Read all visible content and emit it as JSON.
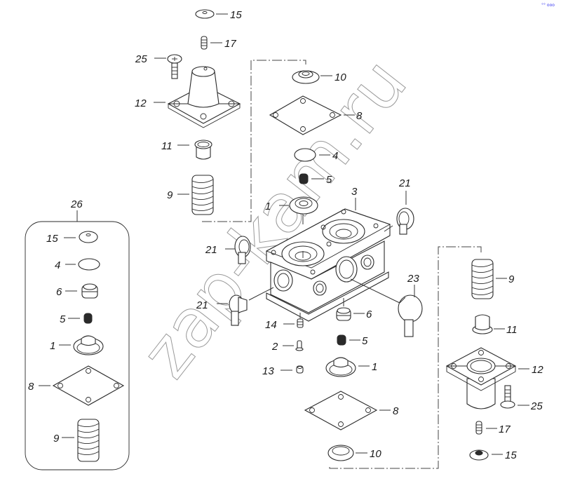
{
  "diagram": {
    "title": "Valve assembly exploded parts view",
    "watermark": "zap-kam.ru",
    "corner_mark": "°° ooo",
    "kit_group_label": "26",
    "callouts": {
      "top_seal_cap": "15",
      "top_set_screw": "17",
      "top_cover_screw": "25",
      "top_cover": "12",
      "top_guide": "11",
      "top_spring": "9",
      "upper_valve_seat": "10",
      "upper_gasket": "8",
      "upper_disc": "4",
      "upper_insert": "5",
      "upper_piston": "1",
      "housing": "3",
      "plug_right_top": "21",
      "plug_left_top": "21",
      "plug_left_bottom": "21",
      "plug_large": "23",
      "lower_sleeve": "6",
      "lower_insert": "5",
      "small_plug": "14",
      "pin": "2",
      "nut": "13",
      "lower_piston": "1",
      "lower_gasket": "8",
      "lower_valve_seat": "10",
      "bottom_spring": "9",
      "bottom_guide": "11",
      "bottom_cover": "12",
      "bottom_cover_screw": "25",
      "bottom_set_screw": "17",
      "bottom_seal_cap": "15"
    },
    "kit_items": [
      "15",
      "4",
      "6",
      "5",
      "1",
      "8",
      "9"
    ]
  }
}
